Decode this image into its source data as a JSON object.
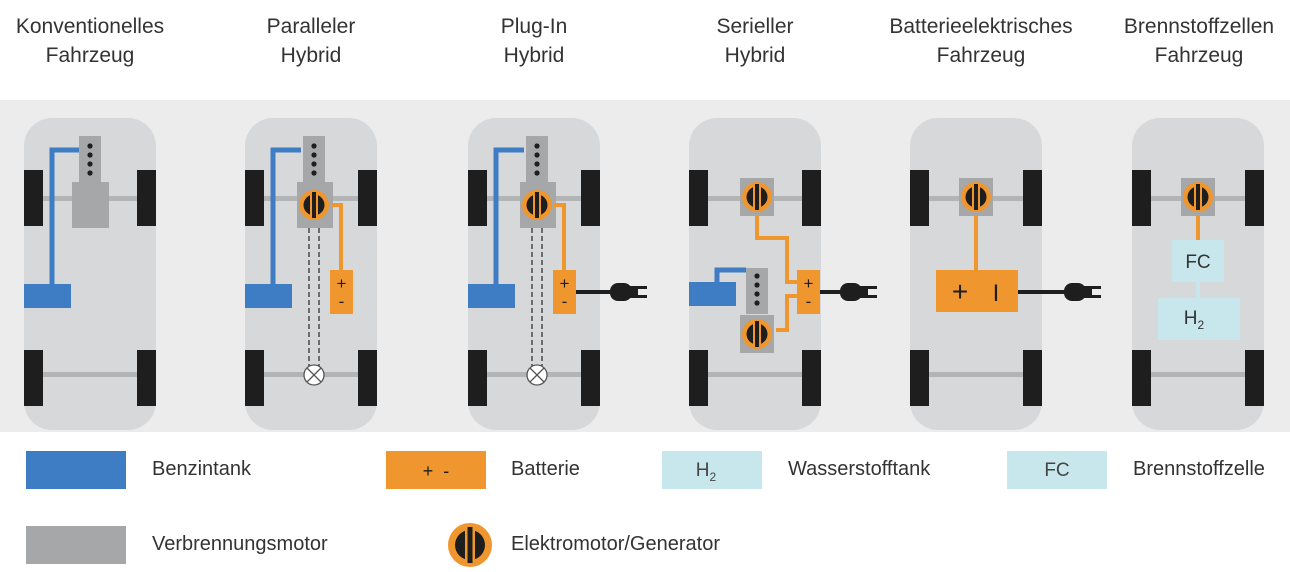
{
  "vehicles": [
    {
      "line1": "Konventionelles",
      "line2": "Fahrzeug"
    },
    {
      "line1": "Paralleler",
      "line2": "Hybrid"
    },
    {
      "line1": "Plug-In",
      "line2": "Hybrid"
    },
    {
      "line1": "Serieller",
      "line2": "Hybrid"
    },
    {
      "line1": "Batterieelektrisches",
      "line2": "Fahrzeug"
    },
    {
      "line1": "Brennstoffzellen",
      "line2": "Fahrzeug"
    }
  ],
  "battery_marks": {
    "plus": "+",
    "minus": "-",
    "big_plus": "+",
    "big_minus": "I"
  },
  "fuel_cell": {
    "fc": "FC",
    "h2": "H",
    "h2_sub": "2"
  },
  "legend": {
    "benzintank": "Benzintank",
    "batterie": "Batterie",
    "batterie_swatch": "+  -",
    "wasserstofftank": "Wasserstofftank",
    "h2_swatch": "H",
    "h2_swatch_sub": "2",
    "brennstoffzelle": "Brennstoffzelle",
    "fc_swatch": "FC",
    "verbrennungsmotor": "Verbrennungsmotor",
    "elektromotor": "Elektromotor/Generator"
  },
  "colors": {
    "petrol_tank": "#3e7cc4",
    "battery": "#f0962e",
    "hydrogen": "#c7e7ec",
    "engine": "#a6a7a9",
    "car_body": "#d7d8da",
    "background_band": "#ececed",
    "wheel": "#1e1e1e",
    "cable": "#222222"
  }
}
